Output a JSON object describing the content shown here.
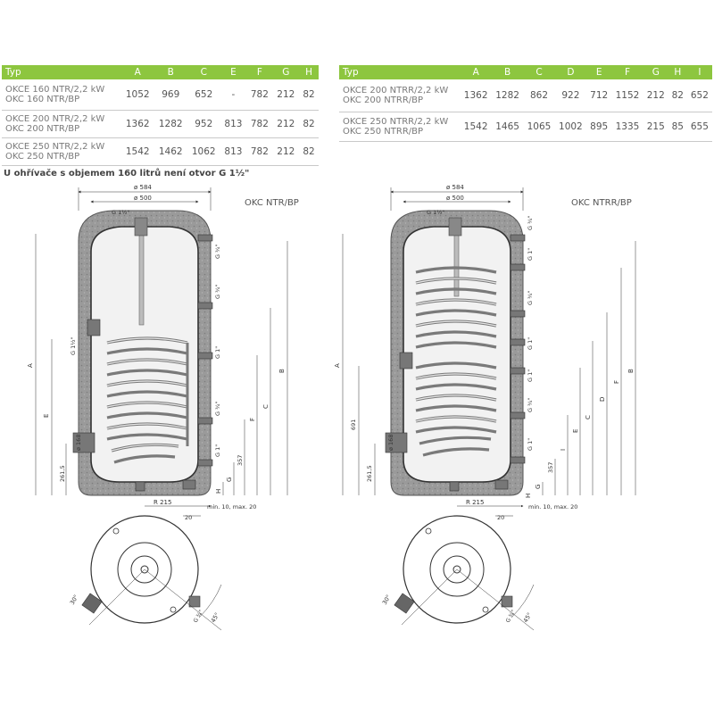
{
  "table_left": {
    "header": [
      "Typ",
      "A",
      "B",
      "C",
      "E",
      "F",
      "G",
      "H"
    ],
    "rows": [
      {
        "types": [
          "OKCE 160 NTR/2,2 kW",
          "OKC 160 NTR/BP"
        ],
        "values": [
          "1052",
          "969",
          "652",
          "-",
          "782",
          "212",
          "82"
        ]
      },
      {
        "types": [
          "OKCE 200 NTR/2,2 kW",
          "OKC 200 NTR/BP"
        ],
        "values": [
          "1362",
          "1282",
          "952",
          "813",
          "782",
          "212",
          "82"
        ]
      },
      {
        "types": [
          "OKCE 250 NTR/2,2 kW",
          "OKC 250 NTR/BP"
        ],
        "values": [
          "1542",
          "1462",
          "1062",
          "813",
          "782",
          "212",
          "82"
        ]
      }
    ]
  },
  "table_right": {
    "header": [
      "Typ",
      "A",
      "B",
      "C",
      "D",
      "E",
      "F",
      "G",
      "H",
      "I"
    ],
    "rows": [
      {
        "types": [
          "OKCE 200 NTRR/2,2 kW",
          "OKC 200 NTRR/BP"
        ],
        "values": [
          "1362",
          "1282",
          "862",
          "922",
          "712",
          "1152",
          "212",
          "82",
          "652"
        ]
      },
      {
        "types": [
          "OKCE 250 NTRR/2,2 kW",
          "OKC 250 NTRR/BP"
        ],
        "values": [
          "1542",
          "1465",
          "1065",
          "1002",
          "895",
          "1335",
          "215",
          "85",
          "655"
        ]
      }
    ]
  },
  "note": "U ohřívače s objemem 160 litrů není otvor G 1½\"",
  "drawing_left": {
    "title": "OKC NTR/BP",
    "dims": {
      "d584": "ø 584",
      "d500": "ø 500",
      "g_top": "G 1½\"",
      "g34a": "G ¾\"",
      "g34b": "G ¾\"",
      "g34c": "G ¾\"",
      "g1a": "G 1\"",
      "g1b": "G 1\"",
      "g1half": "G 1½\"",
      "A": "A",
      "E": "E",
      "B": "B",
      "C": "C",
      "F": "F",
      "H": "H",
      "G": "G",
      "v2615": "261,5",
      "v357": "357",
      "p168": "ø 168",
      "r215": "R 215",
      "v20": "20",
      "minmax": "min. 10, max. 20",
      "a45": "45°",
      "a30": "30°",
      "g34plan": "G ¾\""
    }
  },
  "drawing_right": {
    "title": "OKC NTRR/BP",
    "dims": {
      "d584": "ø 584",
      "d500": "ø 500",
      "g_top": "G 1½\"",
      "g34a": "G ¾\"",
      "g34b": "G ¾\"",
      "g34c": "G ¾\"",
      "g1a": "G 1\"",
      "g1b": "G 1\"",
      "g1c": "G 1\"",
      "g1d": "G 1\"",
      "A": "A",
      "B": "B",
      "C": "C",
      "D": "D",
      "E": "E",
      "F": "F",
      "G": "G",
      "H": "H",
      "I": "I",
      "v691": "691",
      "v2615": "261,5",
      "v357": "357",
      "p168": "ø 168",
      "r215": "R 215",
      "v20": "20",
      "minmax": "min. 10, max. 20",
      "a45": "45°",
      "a30": "30°",
      "g34plan": "G ¾\""
    }
  },
  "colors": {
    "header_green": "#8dc63f",
    "insulation": "#9a9a9a",
    "tank_fill": "#f2f2f2"
  }
}
